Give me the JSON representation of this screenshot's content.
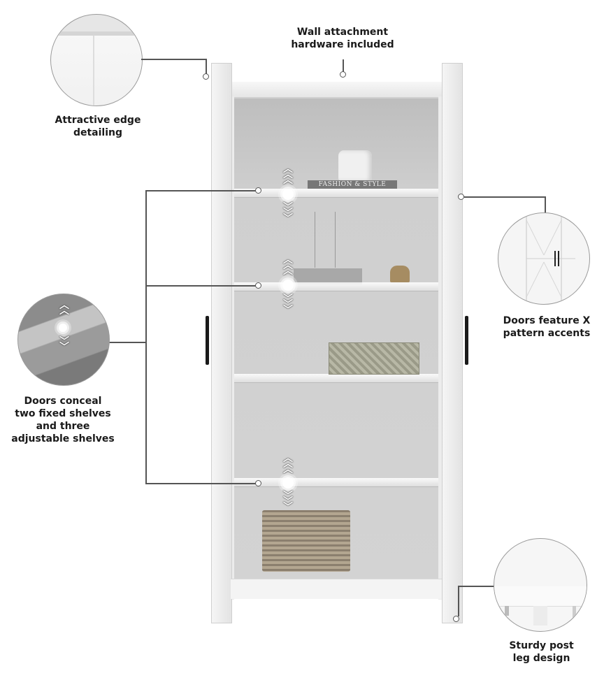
{
  "callouts": {
    "wall_hardware": {
      "line1": "Wall attachment",
      "line2": "hardware included"
    },
    "edge_detailing": {
      "line1": "Attractive edge",
      "line2": "detailing"
    },
    "doors_x_pattern": {
      "line1": "Doors feature X",
      "line2": "pattern accents"
    },
    "shelves": {
      "line1": "Doors conceal",
      "line2": "two fixed shelves",
      "line3": "and three",
      "line4": "adjustable shelves"
    },
    "legs": {
      "line1": "Sturdy post",
      "line2": "leg design"
    }
  },
  "props": {
    "book_title": "FASHION & STYLE"
  },
  "icons": {
    "adjust_up": "chevrons-up-icon",
    "adjust_down": "chevrons-down-icon",
    "adjust_point": "bullseye-icon"
  },
  "colors": {
    "line": "#555555",
    "text": "#1a1a1a",
    "cabinet": "#f0f0f0",
    "interior": "#cfcfcf",
    "handle": "#1a1a1a"
  }
}
